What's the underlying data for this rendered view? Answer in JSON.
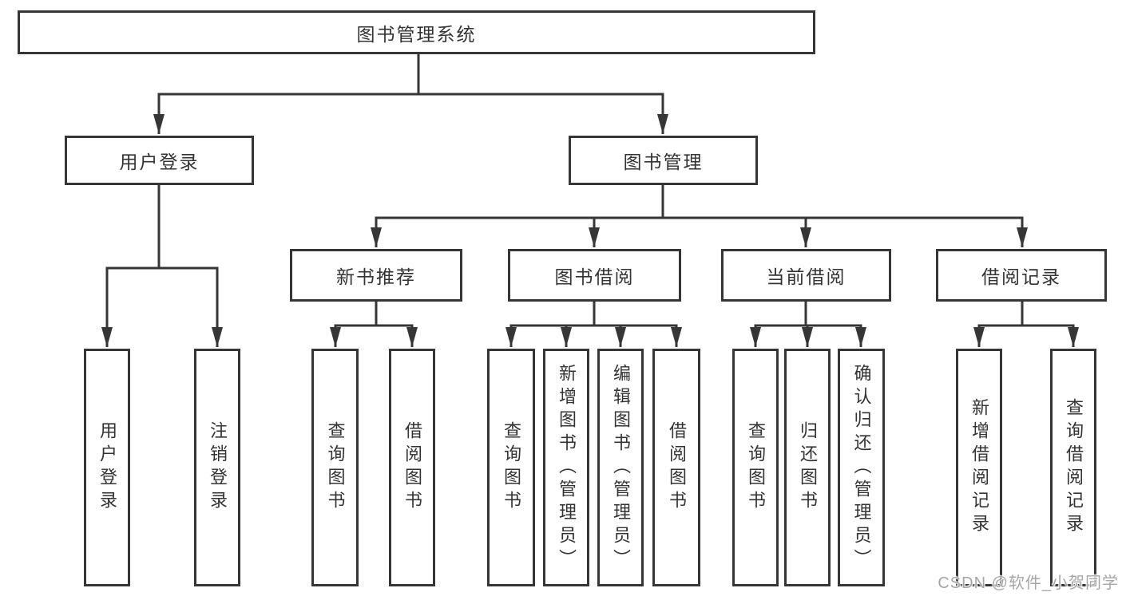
{
  "title": "图书管理系统",
  "level2": {
    "user_login": "用户登录",
    "book_mgmt": "图书管理"
  },
  "level3": {
    "new_books": "新书推荐",
    "book_borrow": "图书借阅",
    "current_borrow": "当前借阅",
    "borrow_records": "借阅记录"
  },
  "leaves": {
    "user_login": [
      "用户登录",
      "注销登录"
    ],
    "new_books": [
      "查询图书",
      "借阅图书"
    ],
    "book_borrow": [
      "查询图书",
      "新增图书（管理员）",
      "编辑图书（管理员）",
      "借阅图书"
    ],
    "current_borrow": [
      "查询图书",
      "归还图书",
      "确认归还（管理员）"
    ],
    "borrow_records": [
      "新增借阅记录",
      "查询借阅记录"
    ]
  },
  "watermark": "CSDN @软件_小贺同学",
  "colors": {
    "line": "#363636",
    "box_border": "#363636",
    "text": "#333333",
    "background": "#ffffff",
    "watermark": "#a6a6a6"
  }
}
